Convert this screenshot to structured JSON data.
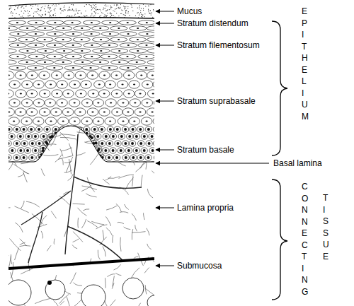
{
  "diagram": {
    "labels": [
      "Mucus",
      "Stratum distendum",
      "Stratum filementosum",
      "Stratum suprabasale",
      "Stratum basale",
      "Basal lamina",
      "Lamina propria",
      "Submucosa",
      "EPITHELIUM",
      "CONNECTING",
      "TISSUE"
    ]
  }
}
